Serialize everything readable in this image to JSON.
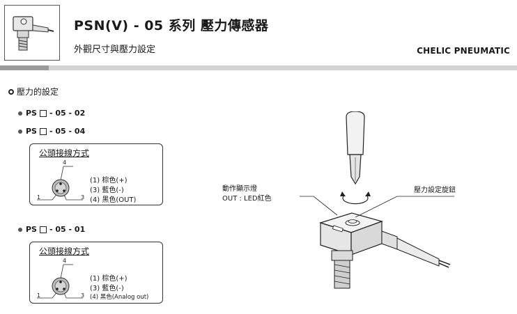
{
  "header": {
    "title": "PSN(V) - 05 系列  壓力傳感器",
    "subtitle": "外觀尺寸與壓力設定",
    "brand": "CHELIC PNEUMATIC"
  },
  "section": {
    "title": "壓力的設定"
  },
  "models": [
    {
      "prefix": "PS",
      "suffix": "- 05 - 02"
    },
    {
      "prefix": "PS",
      "suffix": "- 05 - 04"
    },
    {
      "prefix": "PS",
      "suffix": "- 05 - 01"
    }
  ],
  "connector_boxes": [
    {
      "title": "公頭接線方式",
      "pins": [
        "1",
        "3",
        "4"
      ],
      "wires": [
        "(1) 棕色(+)",
        "(3) 藍色(-)",
        "(4) 黑色(OUT)"
      ]
    },
    {
      "title": "公頭接線方式",
      "pins": [
        "1",
        "3",
        "4"
      ],
      "wires": [
        "(1) 棕色(+)",
        "(3) 藍色(-)",
        "(4) 黑色(Analog out)"
      ]
    }
  ],
  "diagram": {
    "indicator_label": "動作顯示燈",
    "indicator_sub": "OUT : LED紅色",
    "knob_label": "壓力設定旋鈕"
  }
}
